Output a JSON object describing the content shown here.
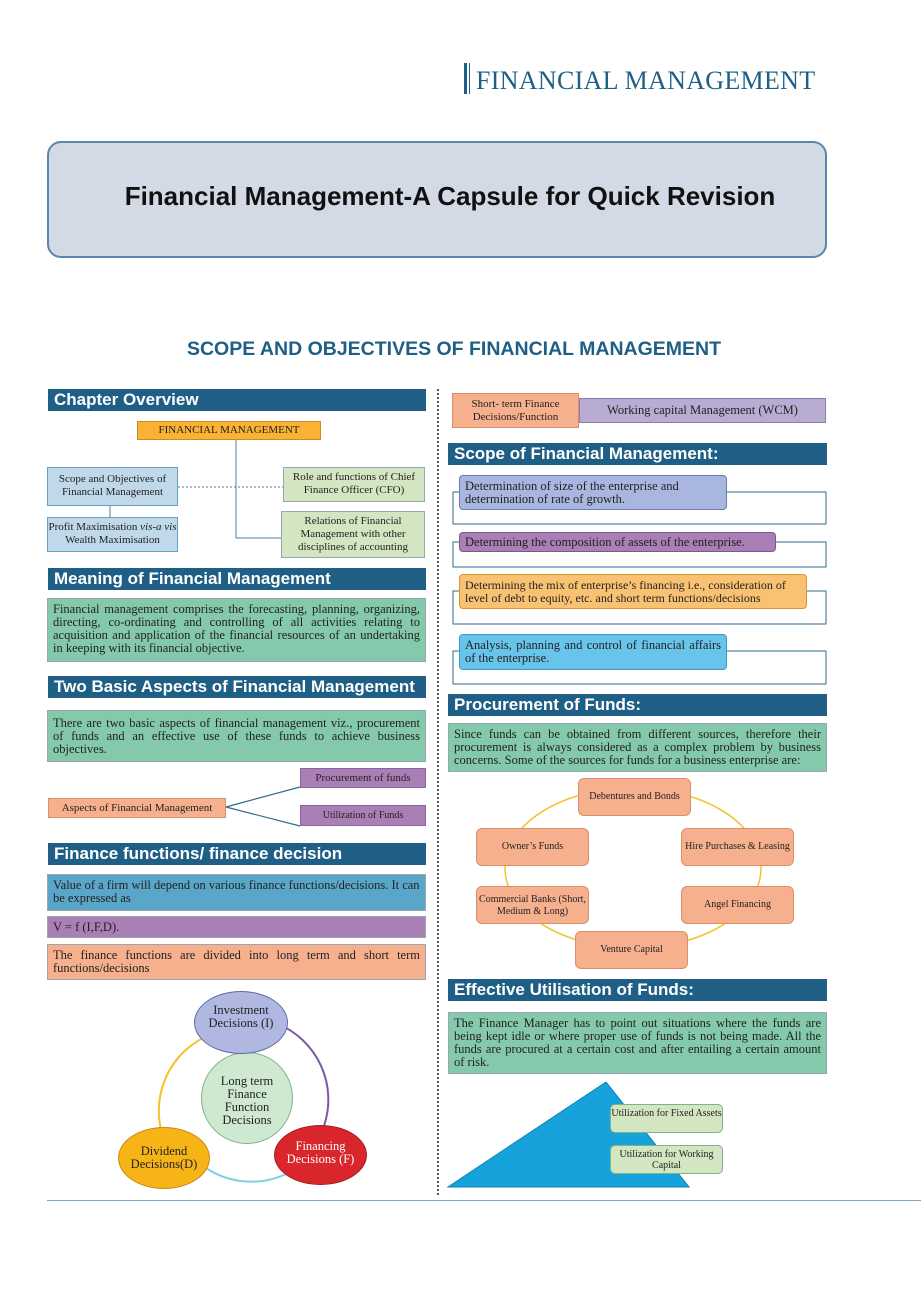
{
  "header": {
    "running_title": "FINANCIAL MANAGEMENT"
  },
  "capsule_title": "Financial Management-A Capsule for Quick Revision",
  "section_title": "SCOPE AND OBJECTIVES OF FINANCIAL MANAGEMENT",
  "left": {
    "chapter_overview": {
      "heading": "Chapter Overview",
      "root": "FINANCIAL MANAGEMENT",
      "scope": "Scope and Objectives of Financial Management",
      "profit_a": "Profit Maximisation ",
      "profit_b": "vis-a vis",
      "profit_c": " Wealth Maximisation",
      "cfo": "Role and functions of Chief Finance Officer  (CFO)",
      "relations": "Relations of Financial Management with other disciplines of accounting"
    },
    "meaning": {
      "heading": "Meaning of Financial Management",
      "text": "Financial management comprises the forecasting, planning, organizing, directing, co-ordinating and controlling of all activities relating to acquisition and application of the financial resources of an undertaking in keeping with its financial objective."
    },
    "aspects": {
      "heading": "Two Basic Aspects of Financial Management",
      "text": "There are two basic aspects of financial management viz., procurement of funds and an effective use of these funds to achieve business objectives.",
      "root": "Aspects of Financial Management",
      "procurement": "Procurement of funds",
      "utilization": "Utilization of Funds"
    },
    "functions": {
      "heading": "Finance functions/ finance decision",
      "text1": "Value of a firm will depend on various finance functions/decisions. It can be expressed as",
      "formula": "V = f (I,F,D).",
      "text2": "The finance functions are divided into long term and short term functions/decisions",
      "center": "Long term Finance Function Decisions",
      "investment": "Investment Decisions (I)",
      "financing": "Financing Decisions (F)",
      "dividend": "Dividend Decisions(D)"
    }
  },
  "right": {
    "short_term": {
      "label": "Short- term Finance Decisions/Function",
      "value": "Working capital Management (WCM)"
    },
    "scope": {
      "heading": "Scope of Financial Management:",
      "items": [
        "Determination of size of the enterprise and determination of rate of growth.",
        "Determining the composition of assets of the enterprise.",
        "Determining the mix of enterprise’s financing i.e., consideration of level of debt to equity, etc.  and short term functions/decisions",
        "Analysis, planning and control of financial affairs of the enterprise."
      ]
    },
    "procurement": {
      "heading": "Procurement of Funds:",
      "text": "Since funds can be obtained from different sources, therefore their procurement is always considered as a complex problem by business concerns. Some of the sources for funds for a business enterprise are:",
      "sources": {
        "debentures": "Debentures and Bonds",
        "hire": "Hire Purchases & Leasing",
        "angel": "Angel Financing",
        "venture": "Venture Capital",
        "banks": "Commercial Banks (Short, Medium & Long)",
        "owners": "Owner’s Funds"
      }
    },
    "utilisation": {
      "heading": "Effective Utilisation of Funds:",
      "text": "The Finance Manager has to point out situations where the funds are being kept idle or where proper use of funds is not being made. All the funds are procured at a certain cost and after entailing a certain amount of risk.",
      "fixed": "Utilization for Fixed Assets",
      "working": "Utilization for Working Capital"
    }
  },
  "colors": {
    "header_bar": "#1f5f85",
    "teal": "#84c9ab",
    "blue": "#59a6c9",
    "purple": "#a97fb5",
    "salmon": "#f6b08d",
    "title_box": "#d3dae6"
  }
}
